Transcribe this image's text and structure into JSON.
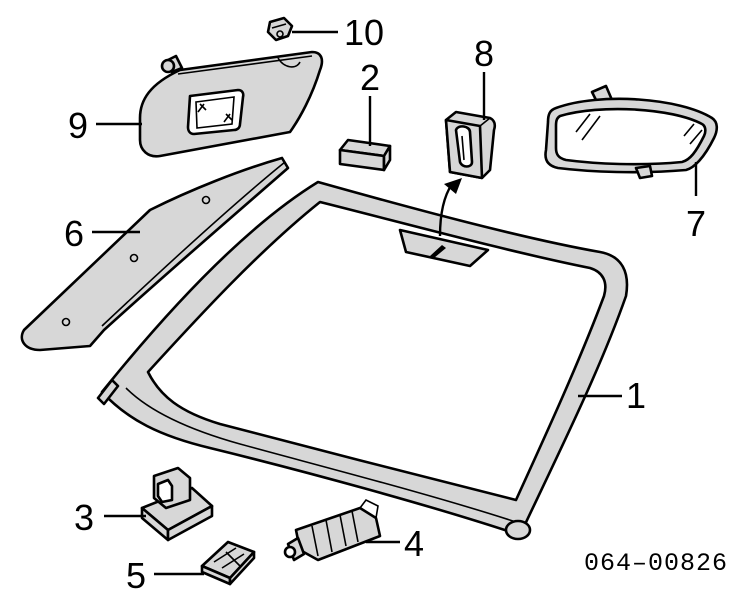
{
  "diagram": {
    "callouts": [
      {
        "id": "1",
        "label": "1"
      },
      {
        "id": "2",
        "label": "2"
      },
      {
        "id": "3",
        "label": "3"
      },
      {
        "id": "4",
        "label": "4"
      },
      {
        "id": "5",
        "label": "5"
      },
      {
        "id": "6",
        "label": "6"
      },
      {
        "id": "7",
        "label": "7"
      },
      {
        "id": "8",
        "label": "8"
      },
      {
        "id": "9",
        "label": "9"
      },
      {
        "id": "10",
        "label": "10"
      }
    ],
    "drawing_code": "064–00826"
  }
}
